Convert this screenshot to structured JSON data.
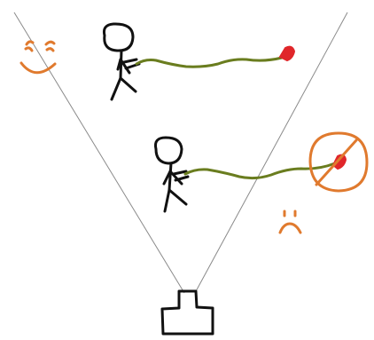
{
  "colors": {
    "background": "#ffffff",
    "ink": "#111111",
    "sight_lines": "#8a8a8a",
    "rope": "#6a7d1f",
    "hand_mark": "#e0262a",
    "face_mark": "#e07a2e"
  },
  "icons": {
    "happy_face": "happy-face-icon",
    "sad_face": "sad-face-icon",
    "prohibited_sign": "prohibited-sign-icon",
    "camera": "camera-icon",
    "stick_figure": "stick-figure-icon"
  },
  "scenes": [
    {
      "id": "top",
      "figure_pulls_rope": true,
      "marked_prohibited": false,
      "face": "happy"
    },
    {
      "id": "middle",
      "figure_pulls_rope": true,
      "marked_prohibited": true,
      "face": "sad"
    }
  ]
}
